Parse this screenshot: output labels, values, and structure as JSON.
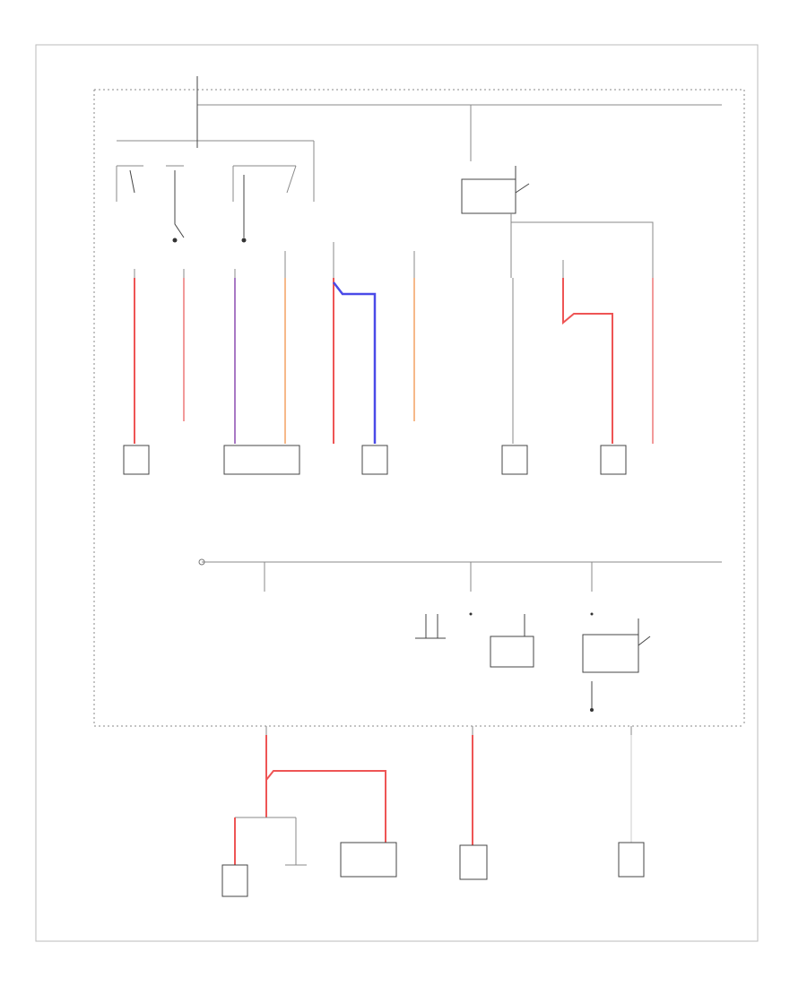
{
  "diagram": {
    "title": "",
    "footer_code": "",
    "wire_colors": {
      "red": "#ee5555",
      "pink": "#f29a9a",
      "orange": "#f6b98a",
      "violet": "#a879c4",
      "blue": "#4a4ae8",
      "white": "#dddddd",
      "black": "#444444"
    },
    "labels": {
      "top_left_source": "",
      "top_right_source": "",
      "mid_source": "",
      "defogger_relay": "",
      "power_relay": "",
      "outlet_left": "",
      "outlet_right": ""
    },
    "components": [
      {
        "id": "left-heated-mirror",
        "label": ""
      },
      {
        "id": "right-heated-mirror",
        "label": ""
      },
      {
        "id": "heater-module",
        "label": ""
      },
      {
        "id": "front-blower",
        "label": ""
      },
      {
        "id": "rear-window-defogger-left",
        "label": ""
      },
      {
        "id": "rear-window-defogger-right",
        "label": ""
      },
      {
        "id": "rear-defogger",
        "label": ""
      },
      {
        "id": "ac-compressor",
        "label": ""
      },
      {
        "id": "power-outlet",
        "label": ""
      },
      {
        "id": "seat-heater",
        "label": ""
      }
    ]
  }
}
